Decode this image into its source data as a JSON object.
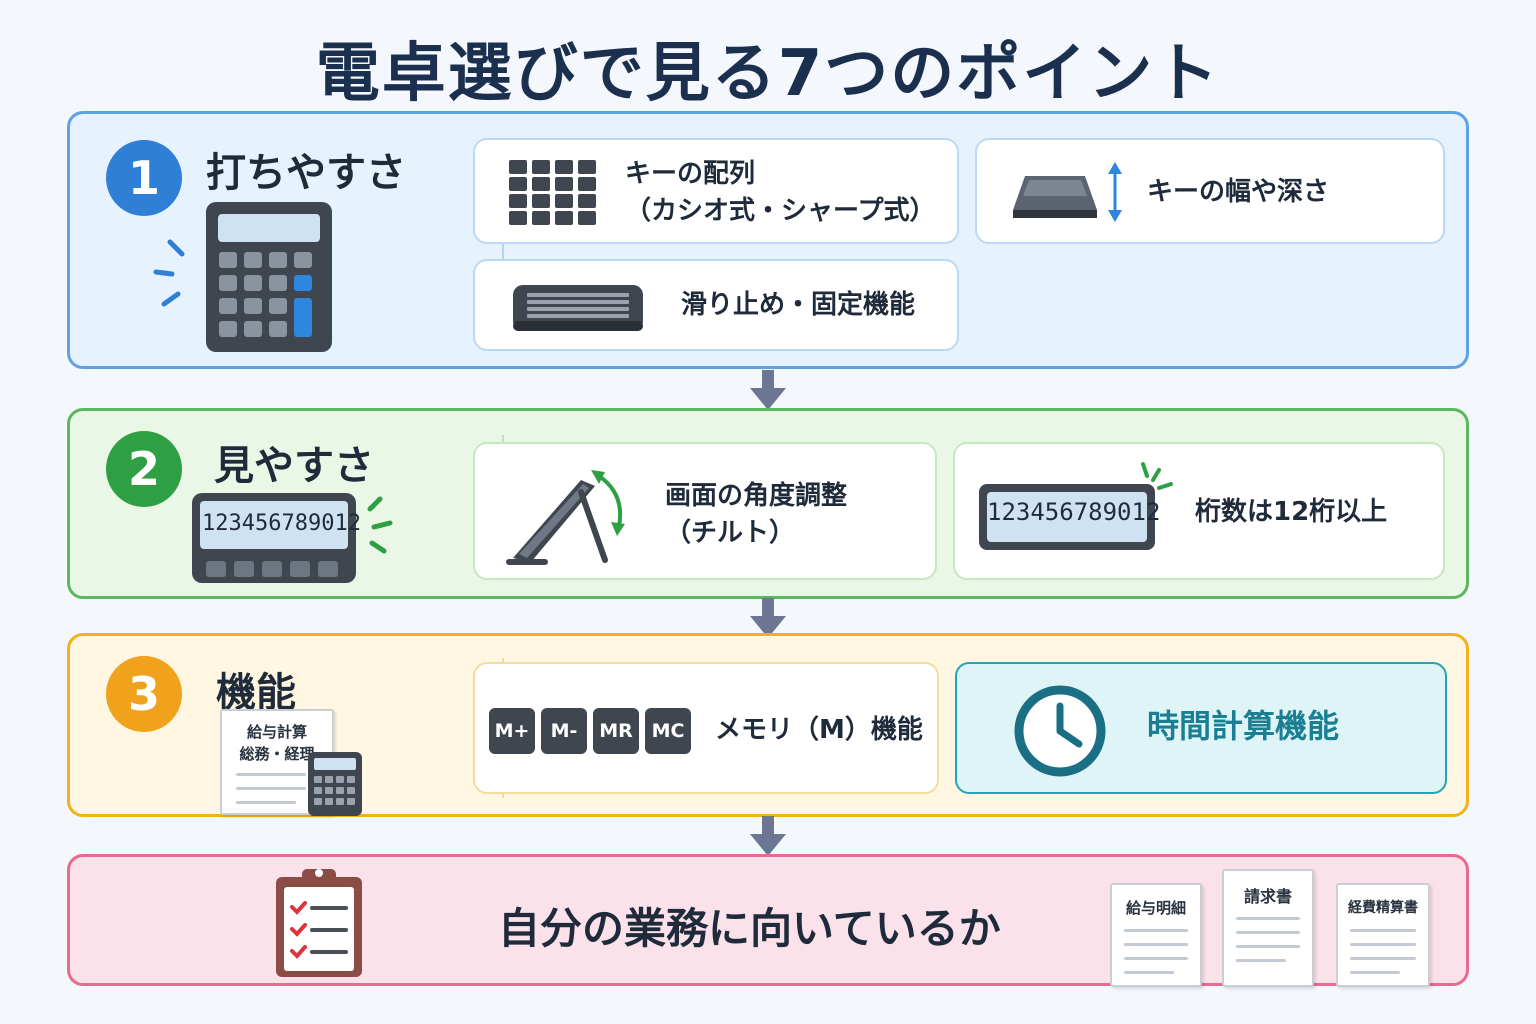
{
  "title": "電卓選びで見る7つのポイント",
  "sections": [
    {
      "number": "1",
      "title": "打ちやすさ",
      "color": "#2f7fd6",
      "cards": [
        {
          "label": "キーの配列\n（カシオ式・シャープ式）",
          "icon": "key-grid-icon"
        },
        {
          "label": "キーの幅や深さ",
          "icon": "key-depth-icon"
        },
        {
          "label": "滑り止め・固定機能",
          "icon": "keyboard-icon"
        }
      ]
    },
    {
      "number": "2",
      "title": "見やすさ",
      "color": "#2ea043",
      "display_digits": "123456789012",
      "cards": [
        {
          "label": "画面の角度調整\n（チルト）",
          "icon": "tilt-display-icon"
        },
        {
          "label": "桁数は12桁以上",
          "icon": "digit-display-icon",
          "display_digits": "123456789012"
        }
      ]
    },
    {
      "number": "3",
      "title": "機能",
      "color": "#f0a21c",
      "document": {
        "line1": "給与計算",
        "line2": "総務・経理"
      },
      "cards": [
        {
          "label": "メモリ（M）機能",
          "keys": [
            "M+",
            "M-",
            "MR",
            "MC"
          ]
        },
        {
          "label": "時間計算機能",
          "icon": "clock-icon",
          "accent": "#1a7f92"
        }
      ]
    },
    {
      "title": "自分の業務に向いているか",
      "documents": [
        "給与明細",
        "請求書",
        "経費精算書"
      ]
    }
  ]
}
